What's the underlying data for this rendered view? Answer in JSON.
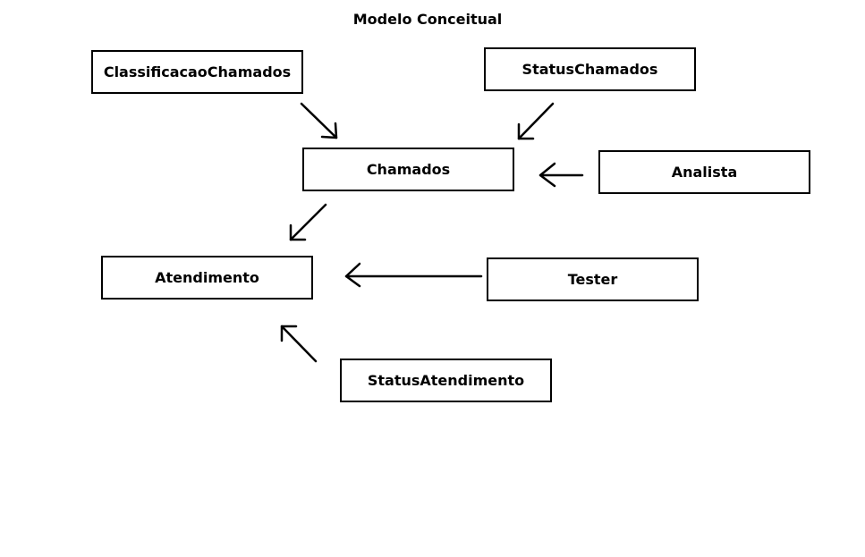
{
  "title": "Modelo Conceitual",
  "entities": {
    "classificacao_chamados": "ClassificacaoChamados",
    "status_chamados": "StatusChamados",
    "chamados": "Chamados",
    "analista": "Analista",
    "atendimento": "Atendimento",
    "tester": "Tester",
    "status_atendimento": "StatusAtendimento"
  }
}
